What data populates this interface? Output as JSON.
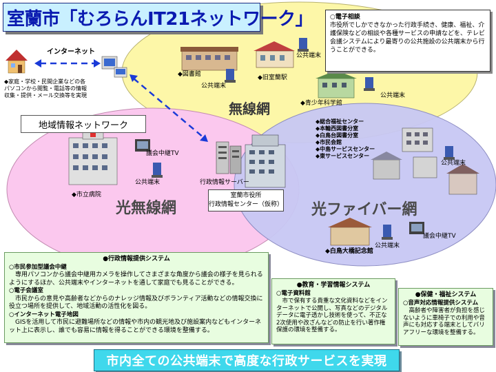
{
  "title": "室蘭市「むろらんIT21ネットワーク」",
  "internet": {
    "label": "インターネット",
    "notes": [
      "◆家庭・学校・民間企業などの各",
      "パソコンから閲覧・電話等の情報",
      "収集・提供・メール交換等を実現"
    ]
  },
  "circles": {
    "wireless": "無線網",
    "optical_wireless": "光無線網",
    "fiber": "光ファイバー網"
  },
  "region_network": "地域情報ネットワーク",
  "top_note": {
    "heading": "○電子相談",
    "body": "市役所でしかできなかった行政手続き、健康、福祉、介護保険などの相談や各種サービスの申請などを、テレビ会議システムにより最寄りの公共施設の公共端末から行うことができる。"
  },
  "facilities": {
    "library": "◆図書館",
    "old_hall": "◆旧室蘭駅",
    "youth_center": "◆青少年科学館",
    "hospital": "◆市立病院",
    "wellness": [
      "◆総合福祉センター",
      "◆本輪西図書分室",
      "◆白鳥台図書分室",
      "◆市民会館",
      "◆中島サービスセンター",
      "◆東サービスセンター"
    ],
    "memorial": "◆白鳥大橋記念館"
  },
  "terminal": "公共端末",
  "council_tv": "議会中継TV",
  "server": "行政情報サーバー",
  "center": {
    "line1": "室蘭市役所",
    "line2": "行政情報センター（仮称）"
  },
  "panels": {
    "admin": {
      "title": "●行政情報提供システム",
      "sections": [
        {
          "head": "○市民参加型議会中継",
          "body": "専用パソコンから議会中継用カメラを操作してさまざまな角度から議会の様子を見られるようにするほか、公共端末やインターネットを通して家庭でも見ることができる。"
        },
        {
          "head": "○電子会議室",
          "body": "市民からの意見や高齢者などからのナレッジ情報及びボランティア活動などの情報交換に役立つ場所を提供して、地域活動の活性化を図る。"
        },
        {
          "head": "○インターネット電子地図",
          "body": "GISを活用して市民に避難場所などの情報や市内の観光地及び施設案内などもインターネット上に表示し、誰でも容易に情報を得ることができる環境を整備する。"
        }
      ]
    },
    "education": {
      "title": "●教育・学習情報システム",
      "head": "○電子資料館",
      "body": "市で保有する貴重な文化資料などをインターネットで公開し、写真などのデジタルデータに電子透かし技術を使って、不正な2次使用や改ざんなどの防止を行い著作権保護の環境を整備する。"
    },
    "health": {
      "title": "●保健・福祉システム",
      "head": "○音声対応情報提供システム",
      "body": "高齢者や障害者が負担を感じないように車椅子での利用や音声にも対応する端末としてバリアフリーな環境を整備する。"
    }
  },
  "bottom_banner": "市内全ての公共端末で高度な行政サービスを実現",
  "colors": {
    "wireless": "#fdf7a8",
    "optical_wireless": "#fbc8ee",
    "fiber": "#c8c8f4",
    "title_bg": "#c9f0ff",
    "banner": "#3fd8ec",
    "panel": "#e8fde0"
  }
}
